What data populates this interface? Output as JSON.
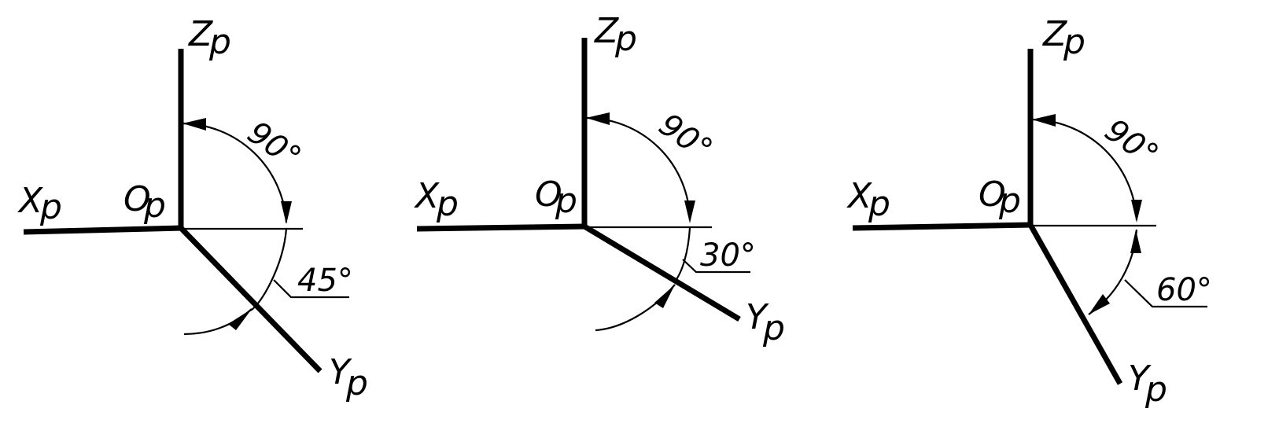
{
  "diagrams": [
    {
      "x_label_main": "X",
      "x_label_sub": "p",
      "y_label_main": "Y",
      "y_label_sub": "p",
      "z_label_main": "Z",
      "z_label_sub": "p",
      "origin_label_main": "O",
      "origin_label_sub": "p",
      "angle_z": "90°",
      "angle_y": "45°"
    },
    {
      "x_label_main": "X",
      "x_label_sub": "p",
      "y_label_main": "Y",
      "y_label_sub": "p",
      "z_label_main": "Z",
      "z_label_sub": "p",
      "origin_label_main": "O",
      "origin_label_sub": "p",
      "angle_z": "90°",
      "angle_y": "30°"
    },
    {
      "x_label_main": "X",
      "x_label_sub": "p",
      "y_label_main": "Y",
      "y_label_sub": "p",
      "z_label_main": "Z",
      "z_label_sub": "p",
      "origin_label_main": "O",
      "origin_label_sub": "p",
      "angle_z": "90°",
      "angle_y": "60°"
    }
  ]
}
